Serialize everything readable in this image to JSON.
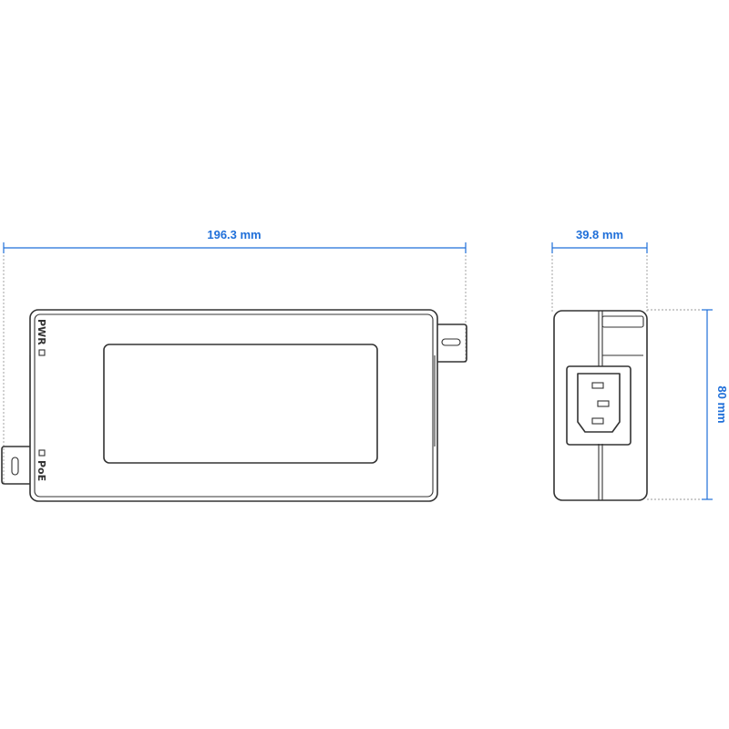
{
  "dimensions": {
    "length": "196.3 mm",
    "depth": "39.8 mm",
    "height": "80 mm"
  },
  "indicators": {
    "power_label": "PWR",
    "poe_label": "PoE"
  },
  "colors": {
    "dimension": "#1f6fd9",
    "outline": "#333333",
    "extension_line": "#9a9a9a",
    "background": "#ffffff"
  }
}
